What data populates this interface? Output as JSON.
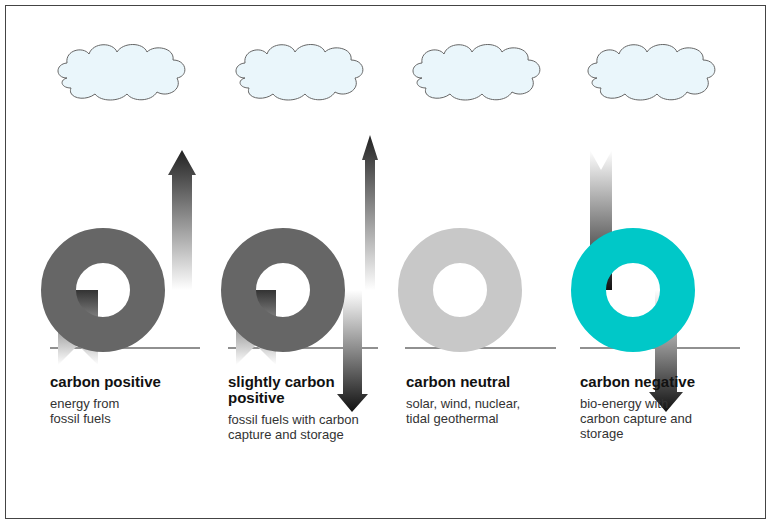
{
  "diagram": {
    "labels": [
      "carbon positive",
      "energy from fossil fuels",
      "slightly carbon positive",
      "fossil fuels with carbon capture and storage",
      "carbon neutral",
      "solar, wind, nuclear, tidal geothermal",
      "carbon negative",
      "bio-energy with carbon capture and storage"
    ]
  }
}
